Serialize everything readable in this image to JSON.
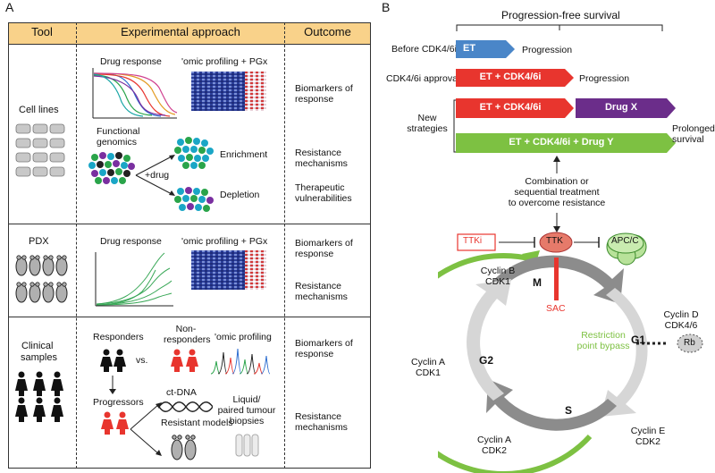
{
  "panel_a": {
    "letter": "A",
    "headers": {
      "tool": "Tool",
      "approach": "Experimental approach",
      "outcome": "Outcome"
    },
    "rows": {
      "cell_lines": {
        "tool": "Cell lines",
        "drug_response": "Drug response",
        "omic": "'omic profiling + PGx",
        "functional": [
          "Functional",
          "genomics"
        ],
        "drug_arrow": "+drug",
        "enrichment": "Enrichment",
        "depletion": "Depletion",
        "outcomes": [
          [
            "Biomarkers of",
            "response"
          ],
          [
            "Resistance",
            "mechanisms"
          ],
          [
            "Therapeutic",
            "vulnerabilities"
          ]
        ]
      },
      "pdx": {
        "tool": "PDX",
        "drug_response": "Drug response",
        "omic": "'omic profiling + PGx",
        "outcomes": [
          [
            "Biomarkers of",
            "response"
          ],
          [
            "Resistance",
            "mechanisms"
          ]
        ]
      },
      "clinical": {
        "tool": [
          "Clinical",
          "samples"
        ],
        "responders": "Responders",
        "vs": "vs.",
        "non_responders": [
          "Non-",
          "responders"
        ],
        "omic": "'omic profiling",
        "progressors": "Progressors",
        "ctdna": "ct-DNA",
        "resistant_models": "Resistant models",
        "liquid": [
          "Liquid/",
          "paired tumour",
          "biopsies"
        ],
        "outcomes": [
          [
            "Biomarkers of",
            "response"
          ],
          [
            "Resistance",
            "mechanisms"
          ]
        ]
      }
    },
    "colors": {
      "header_bg": "#f9d28a",
      "cell_gray": "#c8c8c8",
      "red_person": "#e8352e"
    }
  },
  "panel_b": {
    "letter": "B",
    "pfs_title": "Progression-free survival",
    "before_label": "Before CDK4/6i",
    "before_bar": "ET",
    "before_outcome": "Progression",
    "approval_label": "CDK4/6i approval",
    "approval_bar": "ET + CDK4/6i",
    "approval_outcome": "Progression",
    "new_label": [
      "New",
      "strategies"
    ],
    "new_bar1": "ET + CDK4/6i",
    "new_bar1b": "Drug X",
    "new_bar2": "ET + CDK4/6i + Drug Y",
    "prolonged": [
      "Prolonged",
      "survival"
    ],
    "combination": [
      "Combination or",
      "sequential treatment",
      "to overcome resistance"
    ],
    "cycle": {
      "ttki": "TTKi",
      "ttk": "TTK",
      "apcc": "APC/C",
      "sac": "SAC",
      "phases": {
        "m": "M",
        "g1": "G1",
        "s": "S",
        "g2": "G2"
      },
      "cyclin_b": [
        "Cyclin B",
        "CDK1"
      ],
      "cyclin_d": [
        "Cyclin D",
        "CDK4/6"
      ],
      "cyclin_a1": [
        "Cyclin A",
        "CDK1"
      ],
      "cyclin_a2": [
        "Cyclin A",
        "CDK2"
      ],
      "cyclin_e": [
        "Cyclin E",
        "CDK2"
      ],
      "restriction": [
        "Restriction",
        "point bypass"
      ],
      "rb": "Rb"
    },
    "colors": {
      "blue": "#4a86c8",
      "red": "#e8352e",
      "purple": "#6b2d8a",
      "green": "#7dc142",
      "ttk_fill": "#e67a6a",
      "apc_fill": "#b8e29a",
      "gray_dark": "#8c8c8c",
      "gray_light": "#d6d6d6"
    }
  }
}
